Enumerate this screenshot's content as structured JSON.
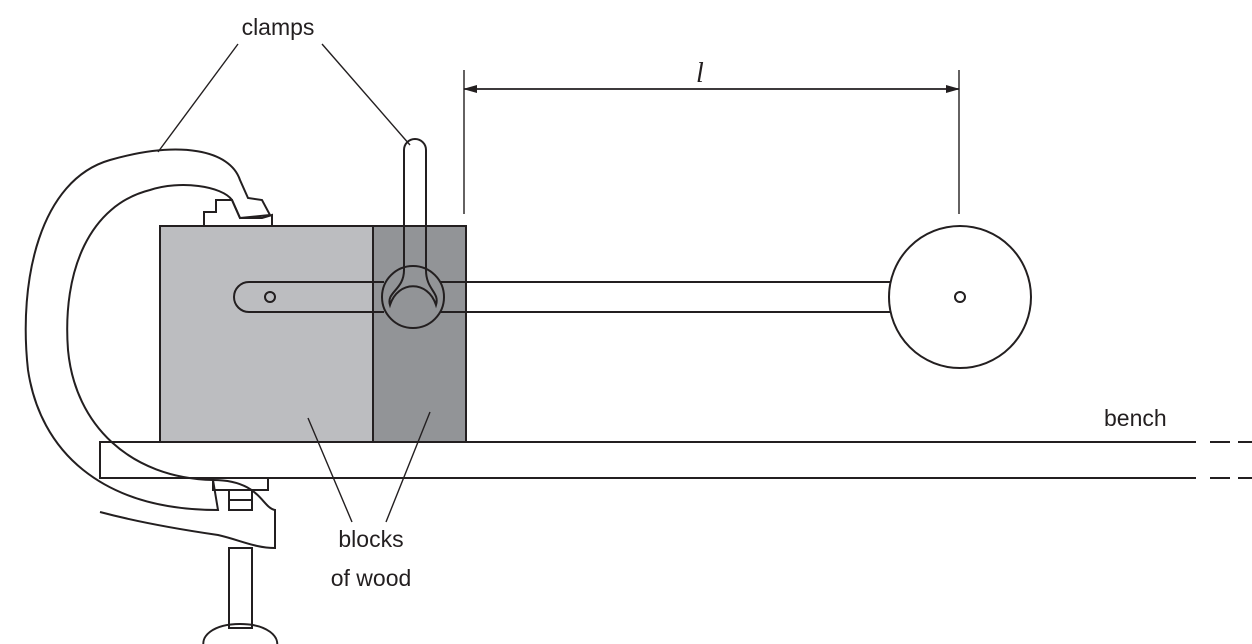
{
  "labels": {
    "clamps": "clamps",
    "length": "l",
    "bench": "bench",
    "blocks_line1": "blocks",
    "blocks_line2": "of wood"
  },
  "colors": {
    "ink": "#231f20",
    "block_light": "#bcbdc0",
    "block_dark": "#929497",
    "background": "#ffffff"
  }
}
